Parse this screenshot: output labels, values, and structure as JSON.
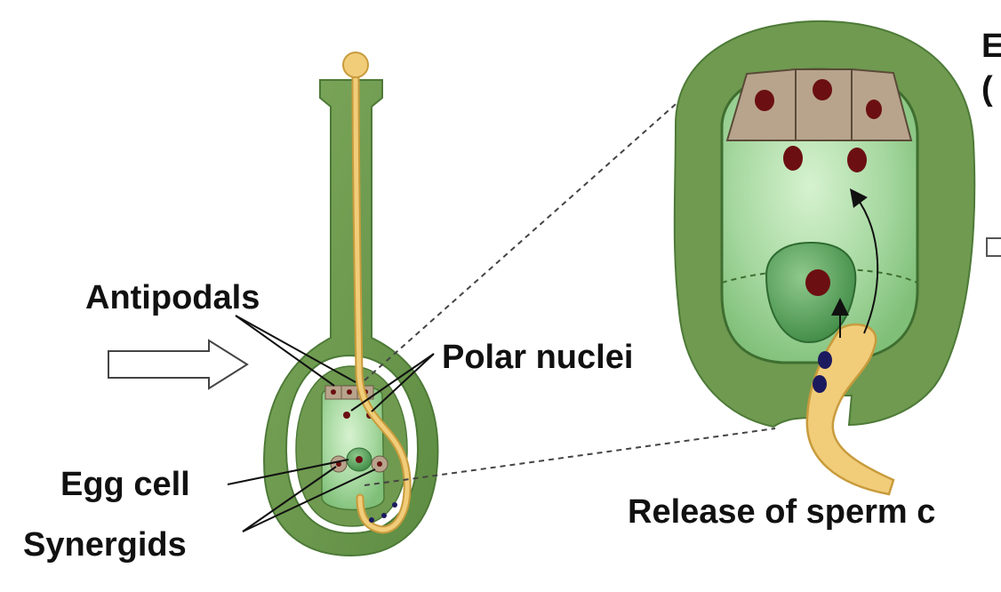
{
  "labels": {
    "antipodals": "Antipodals",
    "polar_nuclei": "Polar nuclei",
    "egg_cell": "Egg cell",
    "synergids": "Synergids",
    "release_of_sperm": "Release of sperm c",
    "top_right_fragment_1": "E",
    "top_right_fragment_2": "("
  },
  "colors": {
    "ovule_tissue": "#6f9a50",
    "ovule_outline": "#4d7a37",
    "embryo_sac": "#a6d8a0",
    "pollen_tube": "#f1cd7a",
    "pollen_tube_outline": "#c89b3c",
    "cell_wall_brown": "#b8a48c",
    "nucleus": "#6b0f12",
    "sperm_nucleus": "#1c1a5e",
    "label_text": "#111111"
  },
  "icons": {
    "pointer": "outlined-right-arrow",
    "fertilization_path": "curved-arrow"
  }
}
